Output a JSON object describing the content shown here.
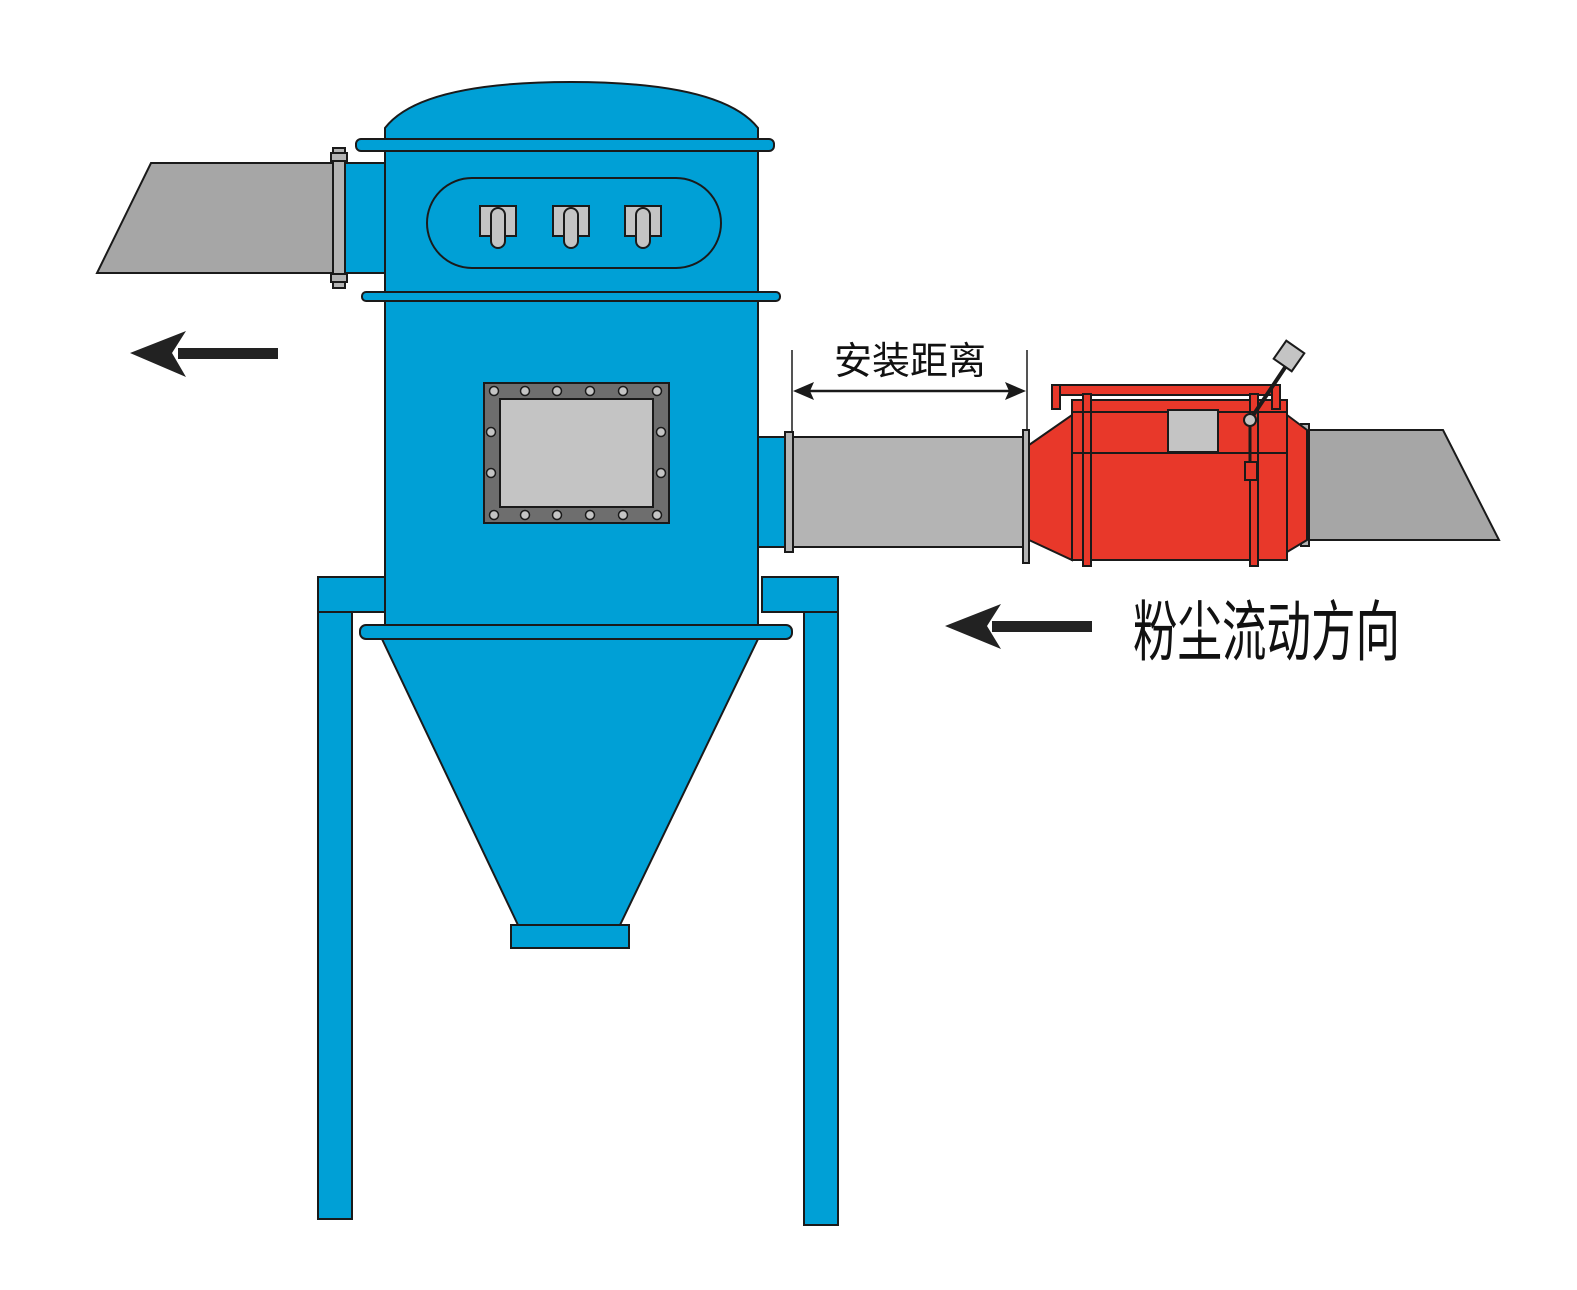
{
  "diagram": {
    "labels": {
      "install_distance": "安装距离",
      "dust_flow_direction": "粉尘流动方向"
    },
    "colors": {
      "collector_body": "#00a0d6",
      "duct": "#b4b4b4",
      "duct_end": "#a6a6a6",
      "isolation_valve": "#e8382a",
      "inspection_window": "#c4c4c4",
      "window_frame": "#6e6e6e",
      "outline": "#1a1a1a"
    },
    "components": {
      "collector": "dust-collector",
      "valve": "isolation-valve",
      "inlet_duct": "inlet-duct",
      "outlet_duct": "outlet-duct"
    }
  }
}
